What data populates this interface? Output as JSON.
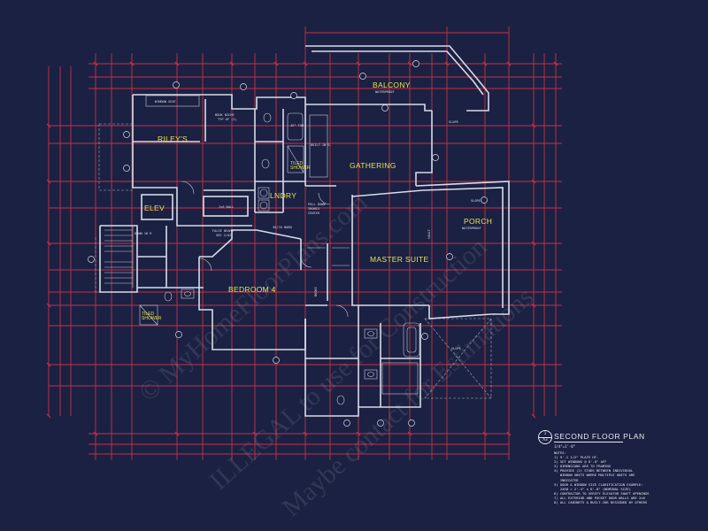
{
  "rooms": {
    "balcony": "BALCONY",
    "balcony_sub": "WATERPROOF",
    "rileys": "RILEY'S",
    "gathering": "GATHERING",
    "elev": "ELEV",
    "lndry": "LNDRY",
    "porch": "PORCH",
    "porch_sub": "WATERPROOF",
    "master_suite": "MASTER SUITE",
    "bedroom4": "BEDROOM 4"
  },
  "labels": {
    "window_seat": "WINDOW SEAT",
    "book_niche": "BOOK NICHE",
    "book_niche_2": "TYP OF (2)",
    "tub": "42\" TUB",
    "built_ins": "BUILT-IN'S",
    "tiled_shower_1": "TILED",
    "tiled_shower_2": "SHOWER",
    "wall_2x6": "2x6 WALL",
    "pull_down_1": "PULL DOWN",
    "pull_down_2": "IRONIG",
    "pull_down_3": "CENTER",
    "barn_door": "30/70 BARN",
    "false_beams_1": "FALSE BEAMS",
    "false_beams_2": "SEE 2/A2",
    "down_18r": "DOWN 18 R",
    "slope_1": "SLOPE",
    "slope_2": "SLOPE",
    "slope_3": "SLOPE",
    "vault": "VAULT",
    "books": "BOOKS"
  },
  "watermarks": {
    "w1": "© MyHomeFloorPlans.com",
    "w2": "ILLEGAL to use for Construction",
    "w3": "Maybe contact for Estimations"
  },
  "title_block": {
    "badge_top": "1",
    "badge_bottom": "A3",
    "title": "SECOND FLOOR PLAN",
    "scale": "1/4\"=1'-0\"",
    "notes": [
      "NOTES:",
      "1) 9'-1 1/2\" PLATE HT.",
      "2) SET WINDOWS @ 8'-0\" AFF",
      "3) DIMENSIONS ARE TO FRAMING",
      "4) PROVIDE (2) STUDS BETWEEN INDIVIDUAL",
      "   WINDOW UNITS WHERE MULTIPLE UNITS ARE",
      "   INDICATED",
      "5) DOOR & WINDOW SIZE CLARIFICATION EXAMPLE:",
      "   2468 = 2'-4\" x 6'-8\" (NOMINAL SIZE)",
      "6) CONTRACTOR TO VERIFY ELEVATOR SHAFT OPENINGS",
      "7) ALL EXTERIOR AND POCKET DOOR WALLS ARE 2x6",
      "8) ALL CABINETS & BUILT-INS DESIGNED BY OTHERS"
    ]
  },
  "colors": {
    "background": "#1b2142",
    "walls": "#d8dbe8",
    "dimension_lines": "#c93048",
    "room_labels": "#e7e34a"
  }
}
